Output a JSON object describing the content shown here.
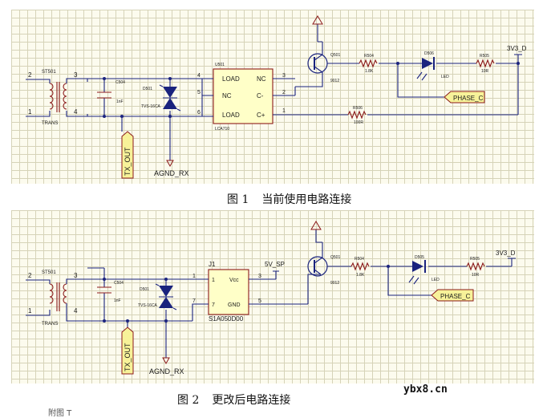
{
  "figures": [
    {
      "id": "fig1",
      "caption_number": "图 1",
      "caption_text": "当前使用电路连接",
      "transformer": {
        "ref": "ST501",
        "value": "TRANS",
        "pins": [
          "2",
          "3",
          "1",
          "4"
        ]
      },
      "capacitor": {
        "ref": "C504",
        "value": "1nF"
      },
      "tvs": {
        "ref": "D501",
        "value": "TVS-16CA"
      },
      "relay": {
        "ref": "U501",
        "value": "LCA710",
        "left_pins": [
          "4",
          "5",
          "6"
        ],
        "right_pins": [
          "3",
          "2",
          "1"
        ],
        "left_labels": [
          "LOAD",
          "NC",
          "LOAD"
        ],
        "right_labels": [
          "NC",
          "C-",
          "C+"
        ]
      },
      "transistor": {
        "ref": "Q501",
        "value": "9012"
      },
      "resistors": [
        {
          "ref": "R504",
          "value": "1.8K"
        },
        {
          "ref": "R505",
          "value": "10R"
        },
        {
          "ref": "R506",
          "value": "100R"
        }
      ],
      "led": {
        "ref": "D506",
        "value": "LED"
      },
      "nets": {
        "tx_out": "TX_OUT",
        "agnd": "AGND_RX",
        "phase": "PHASE_C",
        "vcc": "3V3_D"
      }
    },
    {
      "id": "fig2",
      "caption_number": "图 2",
      "caption_text": "更改后电路连接",
      "transformer": {
        "ref": "ST501",
        "value": "TRANS",
        "pins": [
          "2",
          "3",
          "1",
          "4"
        ]
      },
      "capacitor": {
        "ref": "C504",
        "value": "1nF"
      },
      "tvs": {
        "ref": "D501",
        "value": "TVS-16CA"
      },
      "module": {
        "ref": "J1",
        "value": "S1A050D00",
        "pins": [
          "1",
          "7",
          "3",
          "5"
        ],
        "labels": [
          "Vcc",
          "GND"
        ]
      },
      "transistor": {
        "ref": "Q501",
        "value": "9012"
      },
      "resistors": [
        {
          "ref": "R504",
          "value": "1.8K"
        },
        {
          "ref": "R505",
          "value": "10R"
        }
      ],
      "led": {
        "ref": "D505",
        "value": "LED"
      },
      "nets": {
        "tx_out": "TX_OUT",
        "agnd": "AGND_RX",
        "phase": "PHASE_C",
        "vcc": "3V3_D",
        "sp": "5V_SP"
      }
    }
  ],
  "watermark": "ybx8.cn",
  "footer_fragment": "附图 T"
}
